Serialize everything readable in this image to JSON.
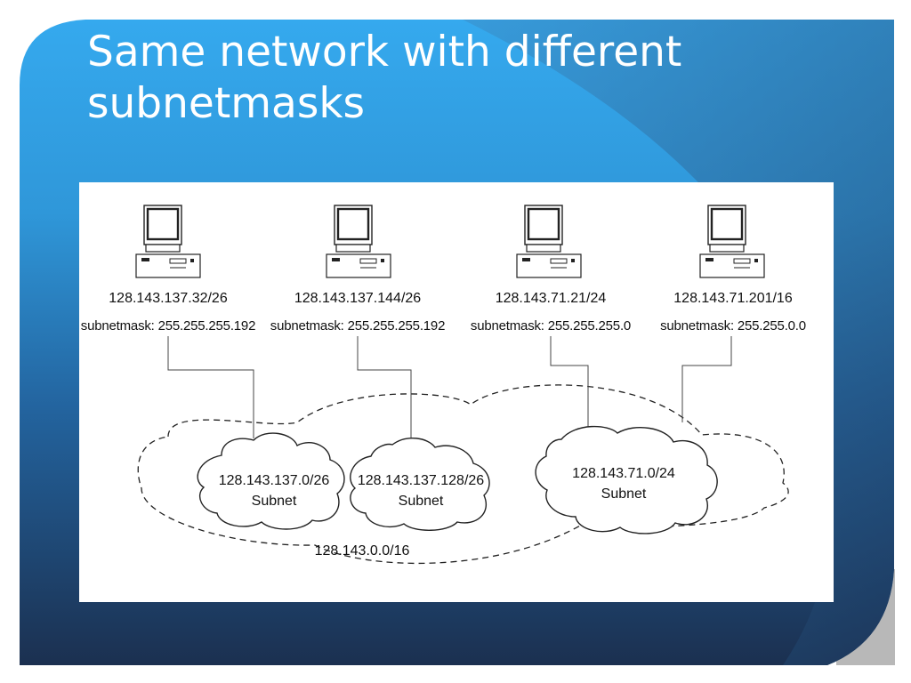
{
  "slide": {
    "title_line1": "Same network with different",
    "title_line2": "subnetmasks"
  },
  "diagram": {
    "hosts": [
      {
        "ip": "128.143.137.32/26",
        "mask": "subnetmask: 255.255.255.192"
      },
      {
        "ip": "128.143.137.144/26",
        "mask": "subnetmask: 255.255.255.192"
      },
      {
        "ip": "128.143.71.21/24",
        "mask": "subnetmask: 255.255.255.0"
      },
      {
        "ip": "128.143.71.201/16",
        "mask": "subnetmask: 255.255.0.0"
      }
    ],
    "subnets": [
      {
        "address": "128.143.137.0/26",
        "label": "Subnet"
      },
      {
        "address": "128.143.137.128/26",
        "label": "Subnet"
      },
      {
        "address": "128.143.71.0/24",
        "label": "Subnet"
      }
    ],
    "network_label": "128.143.0.0/16"
  },
  "colors": {
    "slide_light_blue": "#38a8ea",
    "slide_dark_navy": "#1d3556",
    "corner_gray": "#b5b5b5",
    "line_color": "#111111"
  }
}
